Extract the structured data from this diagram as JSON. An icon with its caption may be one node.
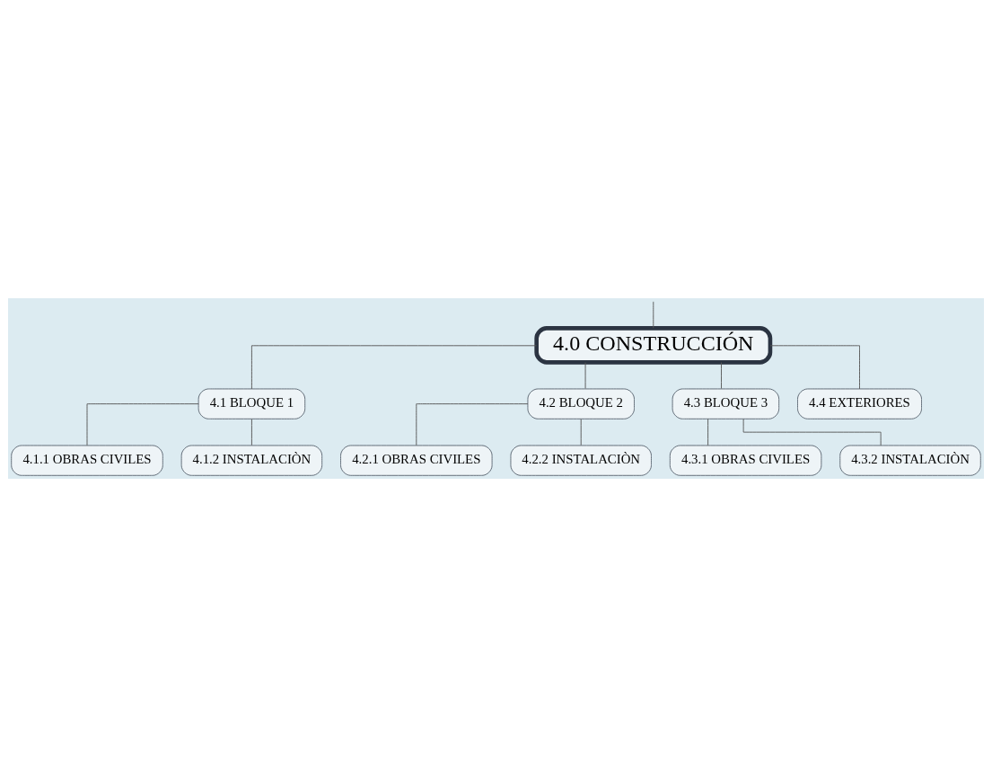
{
  "diagram": {
    "nodes": [
      {
        "text": [
          "4.0 CONSTRUCCIÓN"
        ]
      },
      {
        "text": [
          "4.1 BLOQUE 1"
        ]
      },
      {
        "text": [
          "4.1.1 OBRAS CIVILES"
        ]
      },
      {
        "text": [
          "4.1.2 INSTALACIÒN"
        ]
      },
      {
        "text": [
          "4.2 BLOQUE 2"
        ]
      },
      {
        "text": [
          "4.2.1 OBRAS CIVILES"
        ]
      },
      {
        "text": [
          "4.2.2 INSTALACIÒN"
        ]
      },
      {
        "text": [
          "4.3 BLOQUE 3"
        ]
      },
      {
        "text": [
          "4.3.1 OBRAS CIVILES"
        ]
      },
      {
        "text": [
          "4.3.2 INSTALACIÒN"
        ]
      },
      {
        "text": [
          "4.4 EXTERIORES"
        ]
      }
    ],
    "edges": [
      {
        "from": null,
        "to": 0,
        "arrow": "none"
      },
      {
        "from": 0,
        "to": 1,
        "arrow": "none"
      },
      {
        "from": 1,
        "to": 2,
        "arrow": "none"
      },
      {
        "from": 1,
        "to": 3,
        "arrow": "none"
      },
      {
        "from": 0,
        "to": 4,
        "arrow": "none"
      },
      {
        "from": 4,
        "to": 5,
        "arrow": "none"
      },
      {
        "from": 4,
        "to": 6,
        "arrow": "none"
      },
      {
        "from": 0,
        "to": 7,
        "arrow": "none"
      },
      {
        "from": 7,
        "to": 8,
        "arrow": "none"
      },
      {
        "from": 7,
        "to": 9,
        "arrow": "none"
      },
      {
        "from": 0,
        "to": 10,
        "arrow": "none"
      }
    ]
  }
}
